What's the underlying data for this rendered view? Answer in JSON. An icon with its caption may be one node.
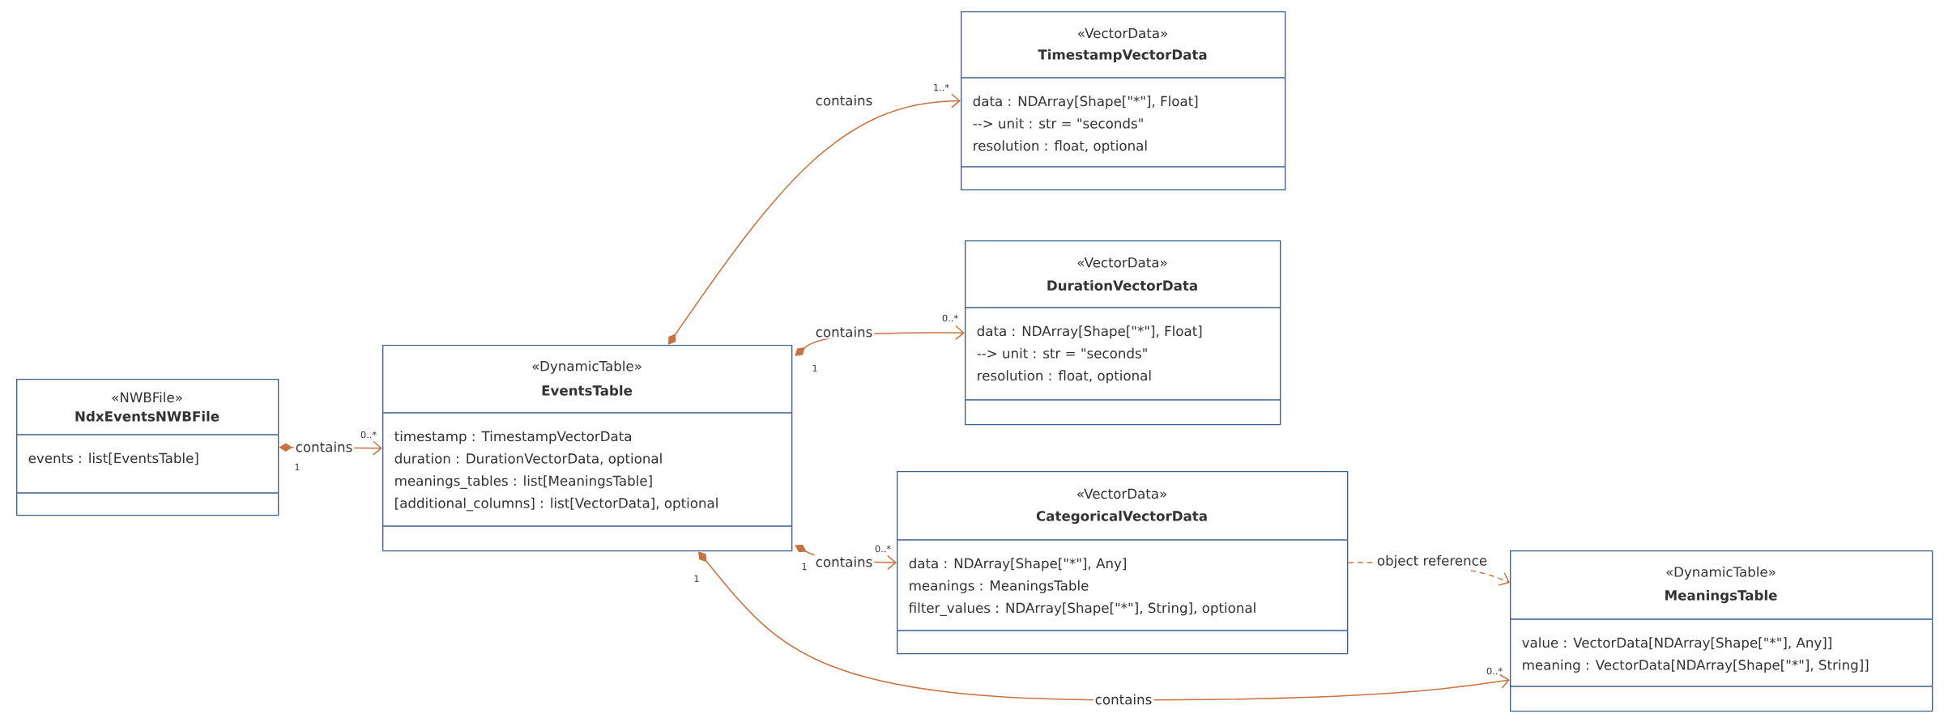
{
  "diagram": {
    "nodes": [
      {
        "text": [
          "«NWBFile»",
          "NdxEventsNWBFile",
          "events : list[EventsTable]"
        ]
      },
      {
        "text": [
          "«DynamicTable»",
          "EventsTable",
          "timestamp : TimestampVectorData",
          "duration : DurationVectorData, optional",
          "meanings_tables : list[MeaningsTable]",
          "[additional_columns] : list[VectorData], optional"
        ]
      },
      {
        "text": [
          "«VectorData»",
          "TimestampVectorData",
          "data : NDArray[Shape[\"*\"], Float]",
          "--> unit : str = \"seconds\"",
          "resolution : float, optional"
        ]
      },
      {
        "text": [
          "«VectorData»",
          "DurationVectorData",
          "data : NDArray[Shape[\"*\"], Float]",
          "--> unit : str = \"seconds\"",
          "resolution : float, optional"
        ]
      },
      {
        "text": [
          "«VectorData»",
          "CategoricalVectorData",
          "data : NDArray[Shape[\"*\"], Any]",
          "meanings : MeaningsTable",
          "filter_values : NDArray[Shape[\"*\"], String], optional"
        ]
      },
      {
        "text": [
          "«DynamicTable»",
          "MeaningsTable",
          "value : VectorData[NDArray[Shape[\"*\"], Any]]",
          "meaning : VectorData[NDArray[Shape[\"*\"], String]]"
        ]
      }
    ],
    "edges": [
      {
        "from": 0,
        "to": 1,
        "arrow": "to",
        "label": "contains"
      },
      {
        "from": 1,
        "to": 2,
        "arrow": "to",
        "label": "contains"
      },
      {
        "from": 1,
        "to": 3,
        "arrow": "to",
        "label": "contains"
      },
      {
        "from": 1,
        "to": 4,
        "arrow": "to",
        "label": "contains"
      },
      {
        "from": 4,
        "to": 5,
        "arrow": "to",
        "label": "object reference",
        "style": "dashed"
      },
      {
        "from": 1,
        "to": 5,
        "arrow": "to",
        "label": "contains"
      }
    ],
    "labels": [
      "1..*",
      "0..*",
      "1",
      "0..*",
      "1",
      "0..*",
      "1",
      "1",
      "0..*"
    ]
  }
}
